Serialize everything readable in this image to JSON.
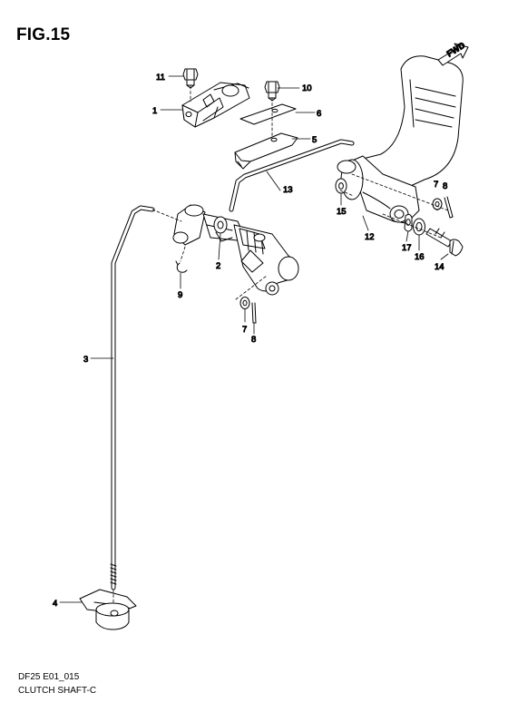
{
  "figure": {
    "title": "FIG.15",
    "code": "DF25 E01_015",
    "name": "CLUTCH SHAFT-C",
    "fwd_label": "FWD"
  },
  "callouts": [
    "11",
    "1",
    "10",
    "6",
    "5",
    "13",
    "15",
    "7",
    "8",
    "12",
    "17",
    "16",
    "14",
    "2",
    "9",
    "7",
    "8",
    "3",
    "4"
  ]
}
